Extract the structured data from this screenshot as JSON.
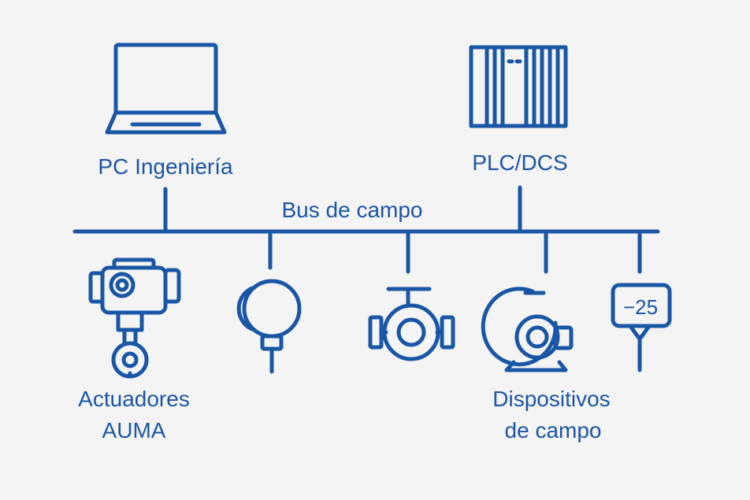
{
  "colors": {
    "background": "#f4f4f4",
    "primary": "#1a56a6"
  },
  "nodes": {
    "pc": {
      "label": "PC Ingeniería",
      "icon": "laptop-icon"
    },
    "plc": {
      "label": "PLC/DCS",
      "icon": "plc-rack-icon"
    },
    "bus": {
      "label": "Bus de campo"
    },
    "actuators": {
      "line1": "Actuadores",
      "line2": "AUMA",
      "icon": "actuator-icon"
    },
    "field_devices": {
      "line1": "Dispositivos",
      "line2": "de campo"
    },
    "sensor": {
      "icon": "sensor-icon"
    },
    "valve": {
      "icon": "valve-icon"
    },
    "pump": {
      "icon": "pump-icon"
    },
    "transmitter": {
      "icon": "display-transmitter-icon",
      "readout": "−25"
    }
  }
}
